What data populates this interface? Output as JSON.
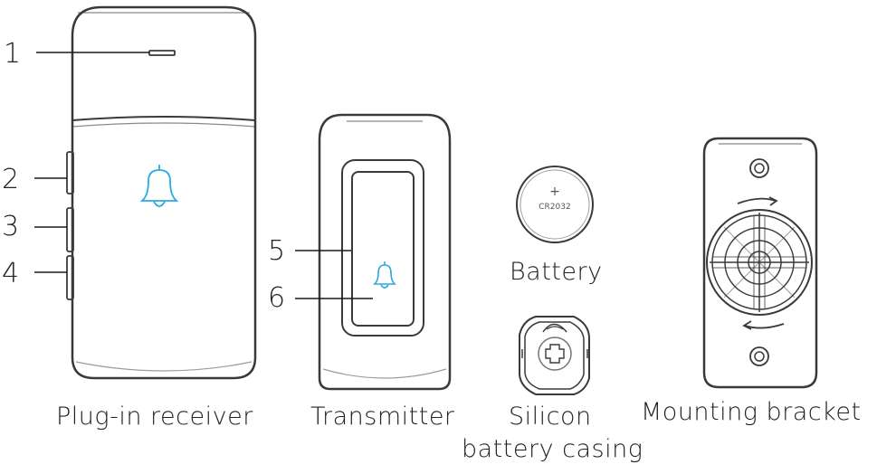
{
  "colors": {
    "outline": "#3a3a3a",
    "bell": "#2aa9e0",
    "body": "#ffffff"
  },
  "icons": {
    "receiver_bell": "bell-icon",
    "transmitter_bell": "bell-icon"
  },
  "callouts": [
    "1",
    "2",
    "3",
    "4",
    "5",
    "6"
  ],
  "battery_label": {
    "plus": "+",
    "model": "CR2032"
  },
  "casing_plus": "+",
  "captions": {
    "receiver": "Plug-in receiver",
    "transmitter": "Transmitter",
    "battery": "Battery",
    "casing_line1": "Silicon",
    "casing_line2": "battery casing",
    "bracket": "Mounting bracket"
  }
}
